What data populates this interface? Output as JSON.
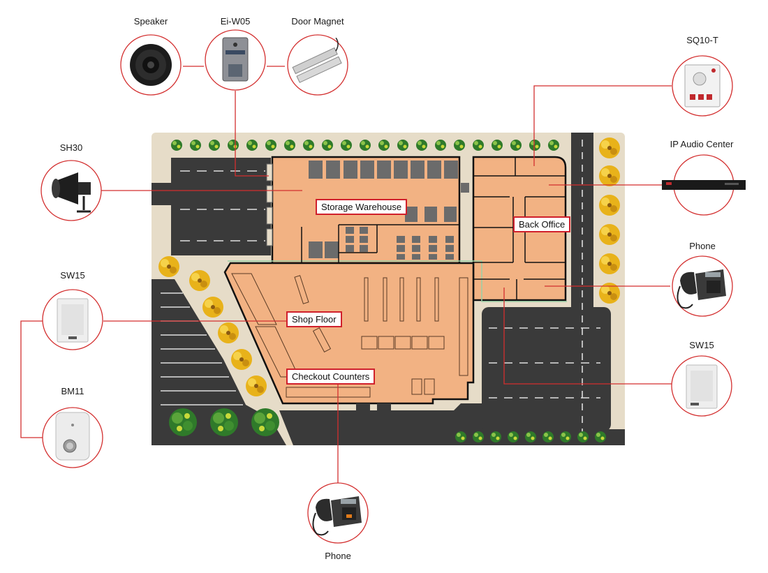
{
  "colors": {
    "accent_line": "#d32f2f",
    "ground": "#e6dcc8",
    "building": "#f2b283",
    "building_edge": "#111111",
    "asphalt": "#3a3a3a",
    "shelf": "#6b6b6b",
    "tree_green": "#2f7a2a",
    "tree_yellow": "#e8b21a"
  },
  "zones": {
    "storage": "Storage Warehouse",
    "back_office": "Back Office",
    "shop_floor": "Shop Floor",
    "checkout": "Checkout Counters"
  },
  "devices": [
    {
      "key": "speaker",
      "label": "Speaker",
      "icon": "round-speaker-icon"
    },
    {
      "key": "eiw05",
      "label": "Ei-W05",
      "icon": "intercom-panel-icon"
    },
    {
      "key": "door_magnet",
      "label": "Door Magnet",
      "icon": "door-magnet-icon"
    },
    {
      "key": "sq10t",
      "label": "SQ10-T",
      "icon": "wall-intercom-icon"
    },
    {
      "key": "sh30",
      "label": "SH30",
      "icon": "horn-speaker-icon"
    },
    {
      "key": "ip_audio",
      "label": "IP Audio Center",
      "icon": "rack-unit-icon"
    },
    {
      "key": "phone_right",
      "label": "Phone",
      "icon": "desk-phone-icon"
    },
    {
      "key": "sw15_left",
      "label": "SW15",
      "icon": "wall-speaker-icon"
    },
    {
      "key": "sw15_right",
      "label": "SW15",
      "icon": "wall-speaker-icon"
    },
    {
      "key": "bm11",
      "label": "BM11",
      "icon": "help-point-icon"
    },
    {
      "key": "phone_bottom",
      "label": "Phone",
      "icon": "desk-phone-icon"
    }
  ]
}
